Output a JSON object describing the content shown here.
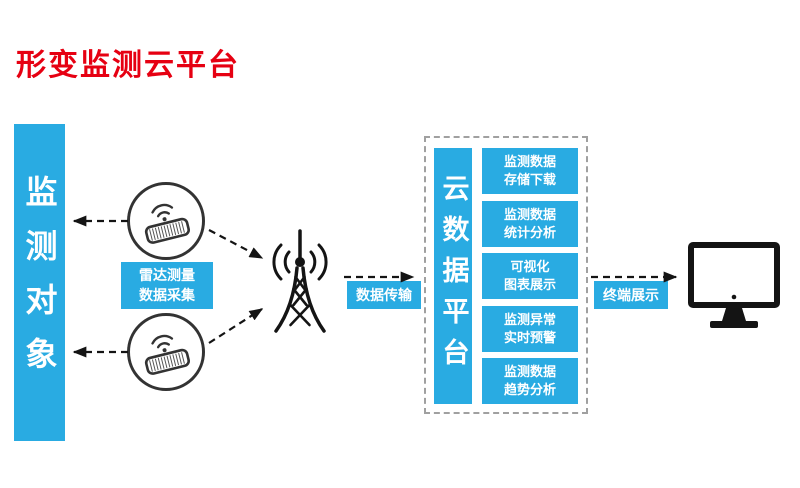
{
  "title": "形变监测云平台",
  "colors": {
    "accent": "#29abe2",
    "title": "#e60012",
    "ink": "#141414",
    "dashed_border": "#a0a0a0"
  },
  "monitored_object": {
    "label": "监测对象"
  },
  "sensor_collection": {
    "label": "雷达测量\n数据采集"
  },
  "transmission": {
    "label": "数据传输"
  },
  "cloud_platform": {
    "label": "云数据平台",
    "functions": [
      "监测数据\n存储下载",
      "监测数据\n统计分析",
      "可视化\n图表展示",
      "监测异常\n实时预警",
      "监测数据\n趋势分析"
    ]
  },
  "terminal_display": {
    "label": "终端展示"
  },
  "icons": {
    "sensor": "radar-sensor-icon",
    "tower": "signal-tower-icon",
    "monitor": "computer-monitor-icon",
    "arrows": "dashed-arrow"
  }
}
